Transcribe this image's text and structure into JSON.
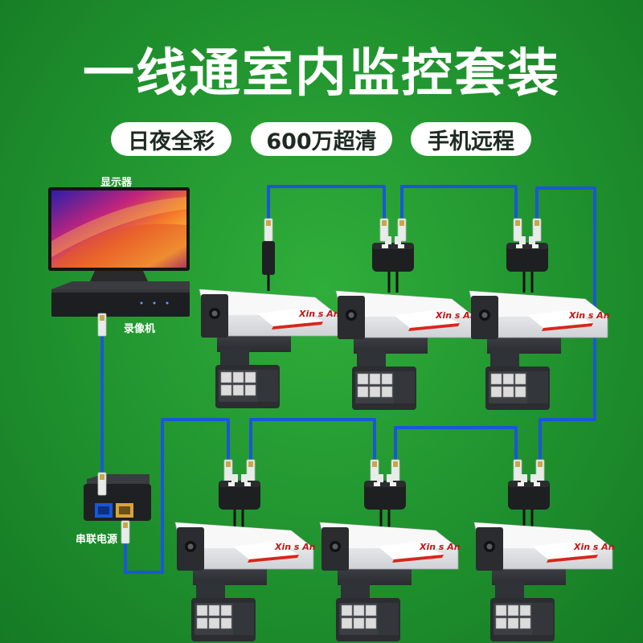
{
  "header": {
    "title": "一线通室内监控套装"
  },
  "features": [
    {
      "label": "日夜全彩"
    },
    {
      "label": "600万超清"
    },
    {
      "label": "手机远程"
    }
  ],
  "devices": {
    "monitor_label": "显示器",
    "recorder_label": "录像机",
    "power_label": "串联电源"
  },
  "camera_brand": "Xin s An",
  "colors": {
    "background": "#1f8f2e",
    "cable": "#1a57d6",
    "camera_body": "#3a3d42",
    "camera_hood": "#f2f2f2",
    "brand_red": "#d8261c"
  }
}
